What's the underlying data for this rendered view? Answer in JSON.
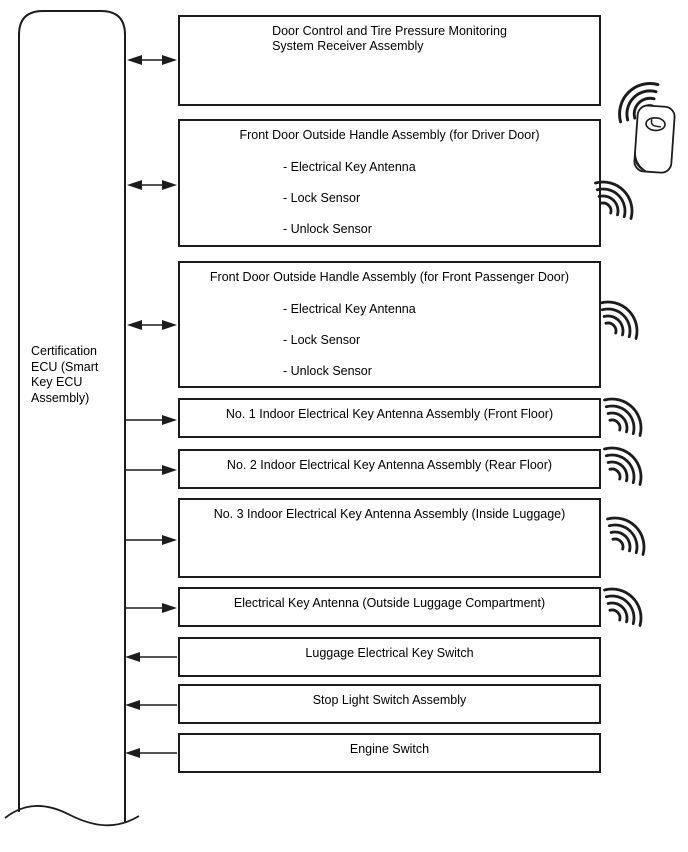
{
  "ecu": {
    "label": "Certification\nECU (Smart\nKey ECU\nAssembly)"
  },
  "boxes": [
    {
      "id": "receiver",
      "title": "Door Control and Tire Pressure Monitoring\nSystem Receiver Assembly",
      "connection": "bidirectional",
      "wireless": true
    },
    {
      "id": "driver-door-handle",
      "title": "Front Door Outside Handle Assembly (for Driver Door)",
      "items": [
        "- Electrical Key Antenna",
        "- Lock Sensor",
        "- Unlock Sensor"
      ],
      "connection": "bidirectional",
      "wireless": true
    },
    {
      "id": "passenger-door-handle",
      "title": "Front Door Outside Handle Assembly (for Front Passenger Door)",
      "items": [
        "- Electrical Key Antenna",
        "- Lock Sensor",
        "- Unlock Sensor"
      ],
      "connection": "bidirectional",
      "wireless": true
    },
    {
      "id": "indoor-antenna-1",
      "title": "No. 1 Indoor Electrical Key Antenna Assembly (Front Floor)",
      "connection": "ecu-to-device",
      "wireless": true
    },
    {
      "id": "indoor-antenna-2",
      "title": "No. 2 Indoor Electrical Key Antenna Assembly (Rear Floor)",
      "connection": "ecu-to-device",
      "wireless": true
    },
    {
      "id": "indoor-antenna-3",
      "title": "No. 3 Indoor Electrical Key Antenna Assembly (Inside Luggage)",
      "connection": "ecu-to-device",
      "wireless": true
    },
    {
      "id": "outside-luggage-antenna",
      "title": "Electrical Key Antenna (Outside Luggage Compartment)",
      "connection": "ecu-to-device",
      "wireless": true
    },
    {
      "id": "luggage-key-switch",
      "title": "Luggage Electrical Key Switch",
      "connection": "device-to-ecu",
      "wireless": false
    },
    {
      "id": "stop-light-switch",
      "title": "Stop Light Switch Assembly",
      "connection": "device-to-ecu",
      "wireless": false
    },
    {
      "id": "engine-switch",
      "title": "Engine Switch",
      "connection": "device-to-ecu",
      "wireless": false
    }
  ],
  "icons": {
    "key_fob": "lexus-smart-key-fob",
    "wireless": "radio-wave-signal"
  },
  "colors": {
    "line": "#1c1c1c",
    "background": "#ffffff",
    "text": "#000000"
  }
}
